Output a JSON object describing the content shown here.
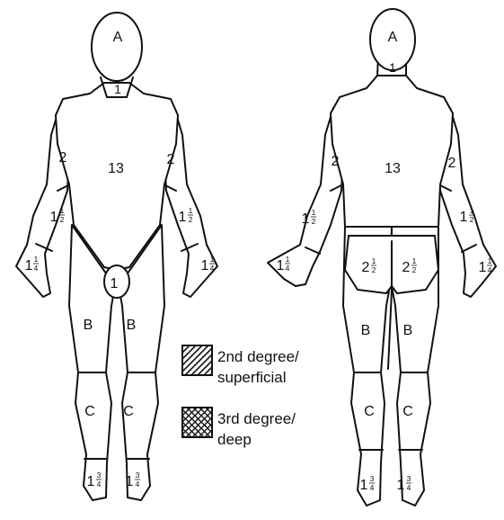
{
  "regions": {
    "head": "A",
    "neck": "1",
    "trunk": "13",
    "upper_arm": "2",
    "forearm": "1½",
    "hand": "1¼",
    "genitals": "1",
    "thigh": "B",
    "leg": "C",
    "foot": "1¾",
    "buttock": "2½"
  },
  "fractions": {
    "forearm": {
      "whole": "1",
      "num": "1",
      "den": "2"
    },
    "hand": {
      "whole": "1",
      "num": "1",
      "den": "4"
    },
    "foot": {
      "whole": "1",
      "num": "3",
      "den": "4"
    },
    "buttock": {
      "whole": "2",
      "num": "1",
      "den": "2"
    }
  },
  "legend": {
    "items": [
      {
        "line1": "2nd degree/",
        "line2": "superficial",
        "pattern": "diagonal-hatch"
      },
      {
        "line1": "3rd degree/",
        "line2": "deep",
        "pattern": "cross-hatch"
      }
    ]
  },
  "colors": {
    "ink": "#111111",
    "background": "#ffffff"
  }
}
